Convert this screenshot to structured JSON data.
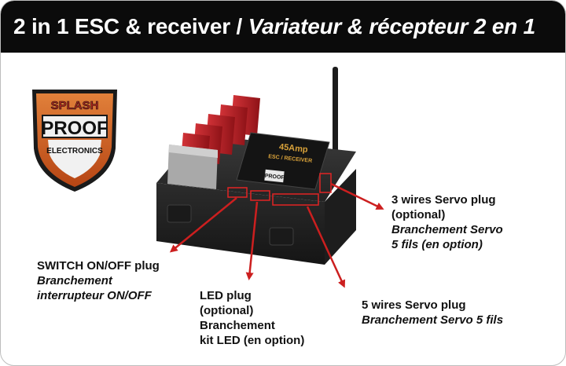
{
  "header": {
    "title_en": "2 in 1 ESC & receiver / ",
    "title_fr": "Variateur & récepteur 2 en 1"
  },
  "logo": {
    "top": "SPLASH",
    "middle": "PROOF",
    "bottom": "ELECTRONICS"
  },
  "device": {
    "rating": "45Amp",
    "type": "ESC / RECEIVER",
    "badge": "PROOF"
  },
  "labels": {
    "servo3": {
      "en1": "3 wires Servo plug",
      "en2": "(optional)",
      "fr1": "Branchement Servo",
      "fr2": "5 fils (en option)"
    },
    "switch": {
      "en1": "SWITCH ON/OFF plug",
      "fr1": "Branchement",
      "fr2": "interrupteur ON/OFF"
    },
    "led": {
      "en1": "LED plug",
      "en2": "(optional)",
      "en3": "Branchement",
      "en4": "kit LED (en option)"
    },
    "servo5": {
      "en1": "5 wires Servo plug",
      "fr1": "Branchement Servo 5 fils"
    }
  },
  "colors": {
    "header_bg": "#0b0b0b",
    "arrow": "#cc1f1f",
    "body": "#2a2a2a",
    "heatsink": "#b41c22"
  }
}
